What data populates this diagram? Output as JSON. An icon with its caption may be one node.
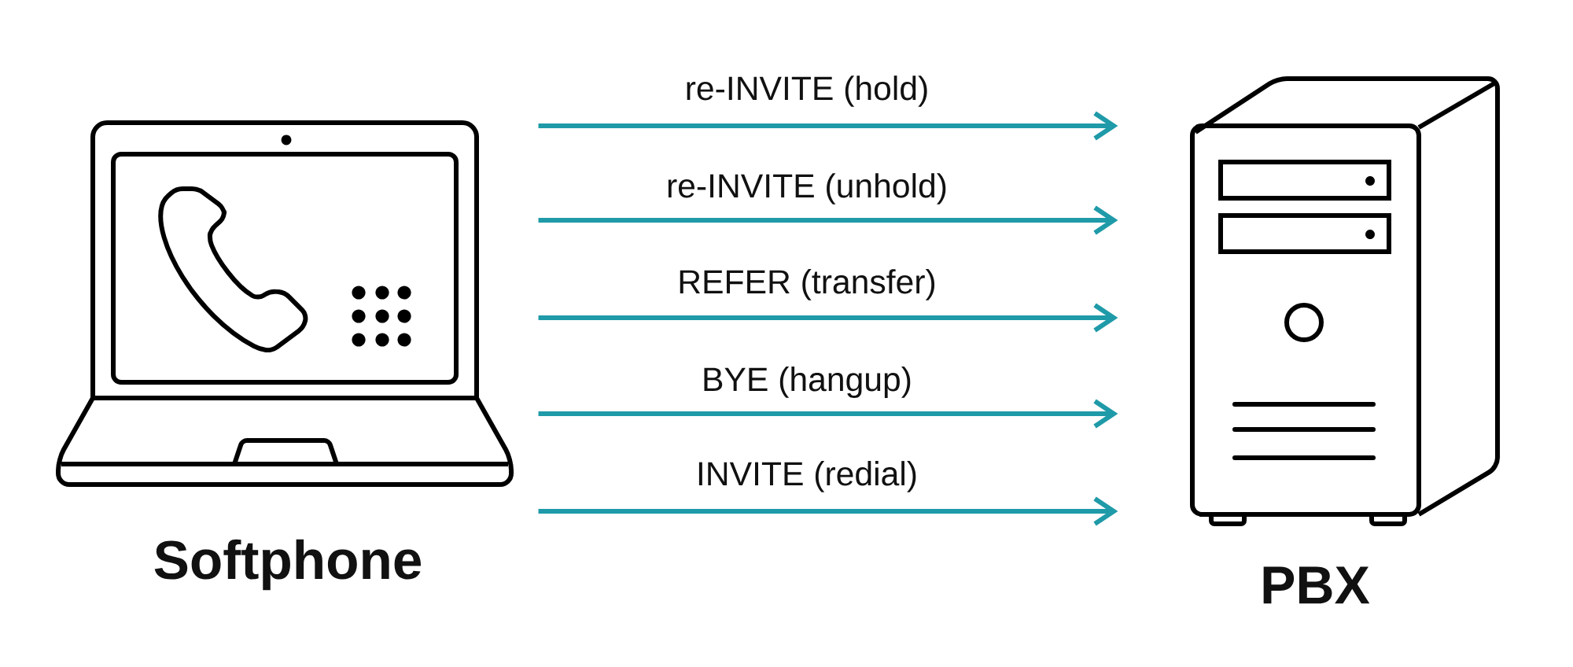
{
  "diagram": {
    "nodes": [
      {
        "text": [],
        "shape": "picture",
        "beside": [
          "Softphone"
        ]
      },
      {
        "text": [],
        "shape": "picture",
        "beside": [
          "PBX"
        ]
      }
    ],
    "edges": [
      {
        "from": 0,
        "to": 1,
        "arrow": "to",
        "label": "re-INVITE (hold)"
      },
      {
        "from": 0,
        "to": 1,
        "arrow": "to",
        "label": "re-INVITE (unhold)"
      },
      {
        "from": 0,
        "to": 1,
        "arrow": "to",
        "label": "REFER (transfer)"
      },
      {
        "from": 0,
        "to": 1,
        "arrow": "to",
        "label": "BYE (hangup)"
      },
      {
        "from": 0,
        "to": 1,
        "arrow": "to",
        "label": "INVITE (redial)"
      }
    ]
  }
}
